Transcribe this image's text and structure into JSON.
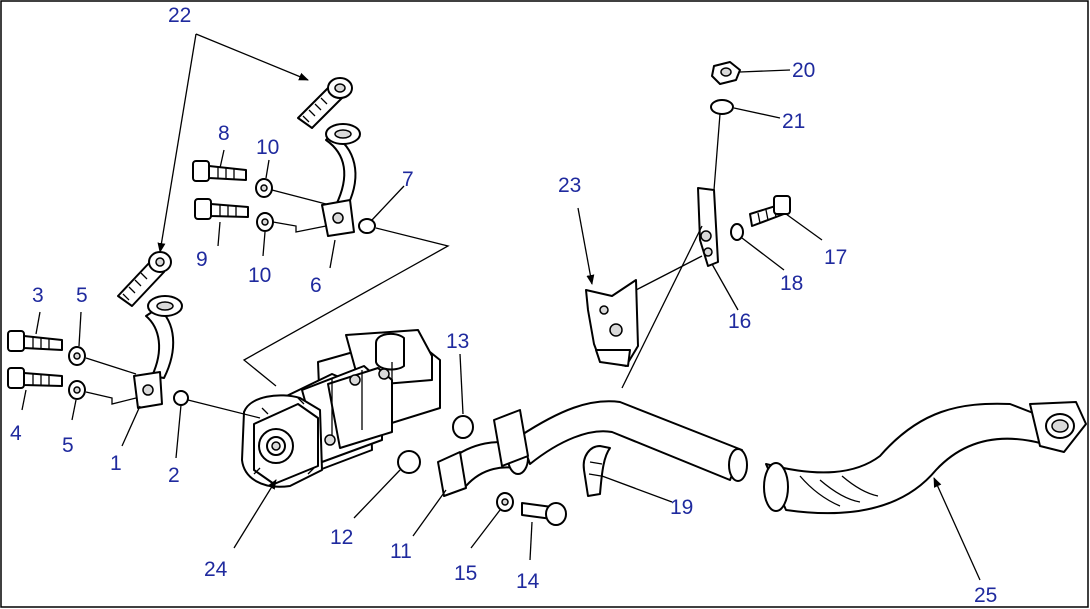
{
  "diagram": {
    "label_color": "#1f2a9e",
    "callouts": [
      "22",
      "8",
      "10",
      "9",
      "10",
      "6",
      "7",
      "3",
      "5",
      "4",
      "5",
      "1",
      "2",
      "13",
      "12",
      "24",
      "11",
      "15",
      "14",
      "19",
      "23",
      "16",
      "18",
      "17",
      "20",
      "21",
      "25"
    ]
  }
}
